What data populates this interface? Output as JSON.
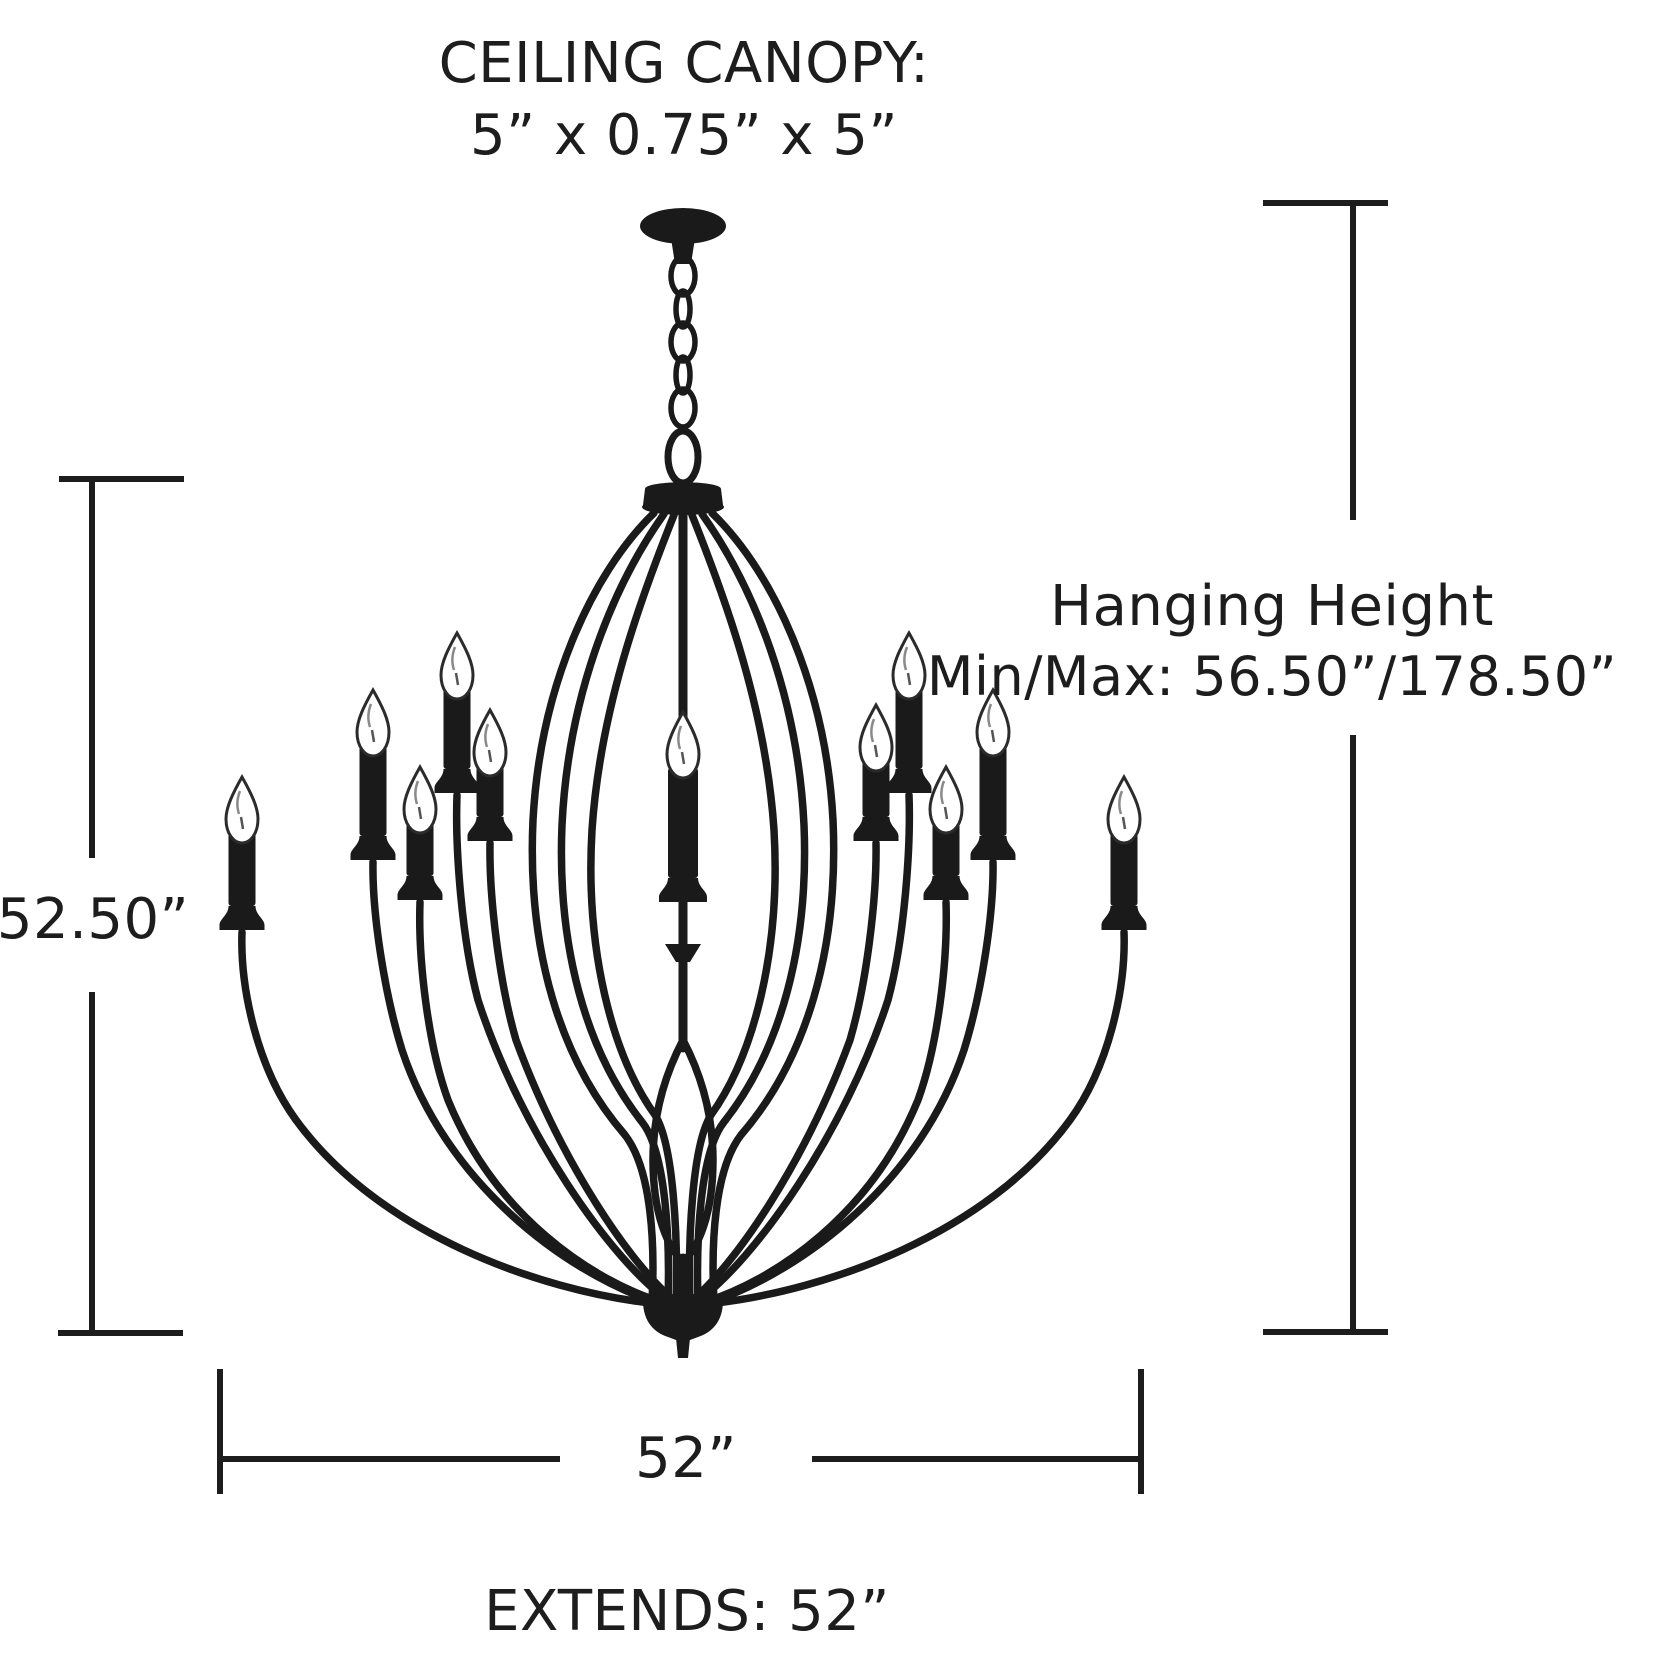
{
  "diagram": {
    "type": "product-dimension-diagram",
    "subject": "chandelier-line-art",
    "visible_candles": 11
  },
  "labels": {
    "ceiling_canopy": {
      "title": "CEILING CANOPY:",
      "dimensions": "5” x 0.75” x 5”"
    },
    "hanging_height": {
      "title": "Hanging Height",
      "value": "Min/Max: 56.50”/178.50”"
    },
    "fixture_height": "52.50”",
    "fixture_width": "52”",
    "extends": "EXTENDS: 52”"
  },
  "colors": {
    "background": "#ffffff",
    "ink": "#1d1d1d",
    "fixture": "#1a1a1a",
    "flame_fill": "#ffffff",
    "flame_outline": "#2b2b2b"
  }
}
